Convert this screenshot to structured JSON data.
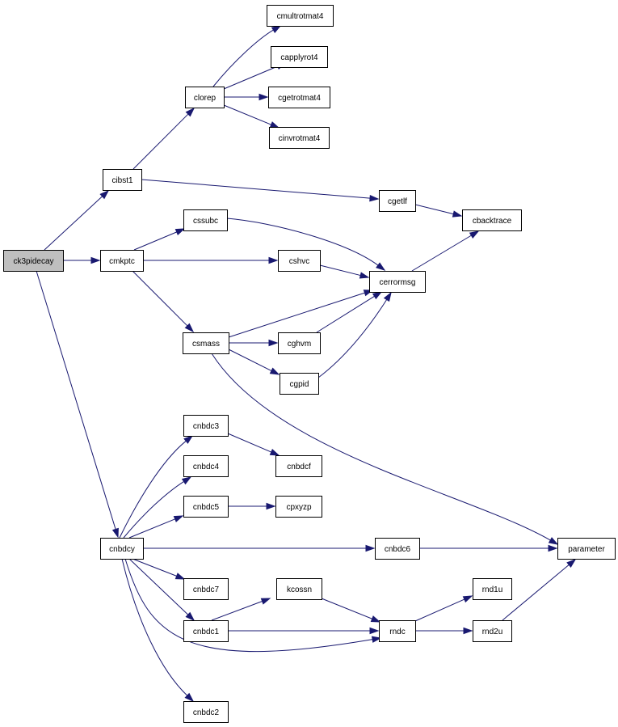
{
  "diagram": {
    "nodes": {
      "ck3pidecay": "ck3pidecay",
      "cibst1": "cibst1",
      "cmkptc": "cmkptc",
      "cnbdcy": "cnbdcy",
      "clorep": "clorep",
      "cmultrotmat4": "cmultrotmat4",
      "capplyrot4": "capplyrot4",
      "cgetrotmat4": "cgetrotmat4",
      "cinvrotmat4": "cinvrotmat4",
      "cgetlf": "cgetlf",
      "cbacktrace": "cbacktrace",
      "cssubc": "cssubc",
      "cshvc": "cshvc",
      "cerrormsg": "cerrormsg",
      "csmass": "csmass",
      "cghvm": "cghvm",
      "cgpid": "cgpid",
      "cnbdc3": "cnbdc3",
      "cnbdcf": "cnbdcf",
      "cnbdc4": "cnbdc4",
      "cnbdc5": "cnbdc5",
      "cpxyzp": "cpxyzp",
      "cnbdc6": "cnbdc6",
      "parameter": "parameter",
      "cnbdc7": "cnbdc7",
      "kcossn": "kcossn",
      "cnbdc1": "cnbdc1",
      "rndc": "rndc",
      "rnd1u": "rnd1u",
      "rnd2u": "rnd2u",
      "cnbdc2": "cnbdc2"
    },
    "edges": [
      [
        "ck3pidecay",
        "cibst1"
      ],
      [
        "ck3pidecay",
        "cmkptc"
      ],
      [
        "ck3pidecay",
        "cnbdcy"
      ],
      [
        "cibst1",
        "clorep"
      ],
      [
        "cibst1",
        "cgetlf"
      ],
      [
        "clorep",
        "cmultrotmat4"
      ],
      [
        "clorep",
        "capplyrot4"
      ],
      [
        "clorep",
        "cgetrotmat4"
      ],
      [
        "clorep",
        "cinvrotmat4"
      ],
      [
        "cgetlf",
        "cbacktrace"
      ],
      [
        "cmkptc",
        "cssubc"
      ],
      [
        "cmkptc",
        "cshvc"
      ],
      [
        "cmkptc",
        "csmass"
      ],
      [
        "cssubc",
        "cerrormsg"
      ],
      [
        "cshvc",
        "cerrormsg"
      ],
      [
        "csmass",
        "cerrormsg"
      ],
      [
        "csmass",
        "cghvm"
      ],
      [
        "csmass",
        "cgpid"
      ],
      [
        "csmass",
        "parameter"
      ],
      [
        "cghvm",
        "cerrormsg"
      ],
      [
        "cgpid",
        "cerrormsg"
      ],
      [
        "cerrormsg",
        "cbacktrace"
      ],
      [
        "cnbdcy",
        "cnbdc3"
      ],
      [
        "cnbdcy",
        "cnbdc4"
      ],
      [
        "cnbdcy",
        "cnbdc5"
      ],
      [
        "cnbdcy",
        "cnbdc6"
      ],
      [
        "cnbdcy",
        "cnbdc7"
      ],
      [
        "cnbdcy",
        "cnbdc1"
      ],
      [
        "cnbdcy",
        "rndc"
      ],
      [
        "cnbdcy",
        "cnbdc2"
      ],
      [
        "cnbdc3",
        "cnbdcf"
      ],
      [
        "cnbdc5",
        "cpxyzp"
      ],
      [
        "cnbdc6",
        "parameter"
      ],
      [
        "cnbdc1",
        "kcossn"
      ],
      [
        "cnbdc1",
        "rndc"
      ],
      [
        "kcossn",
        "rndc"
      ],
      [
        "rndc",
        "rnd1u"
      ],
      [
        "rndc",
        "rnd2u"
      ],
      [
        "rnd2u",
        "parameter"
      ]
    ]
  }
}
